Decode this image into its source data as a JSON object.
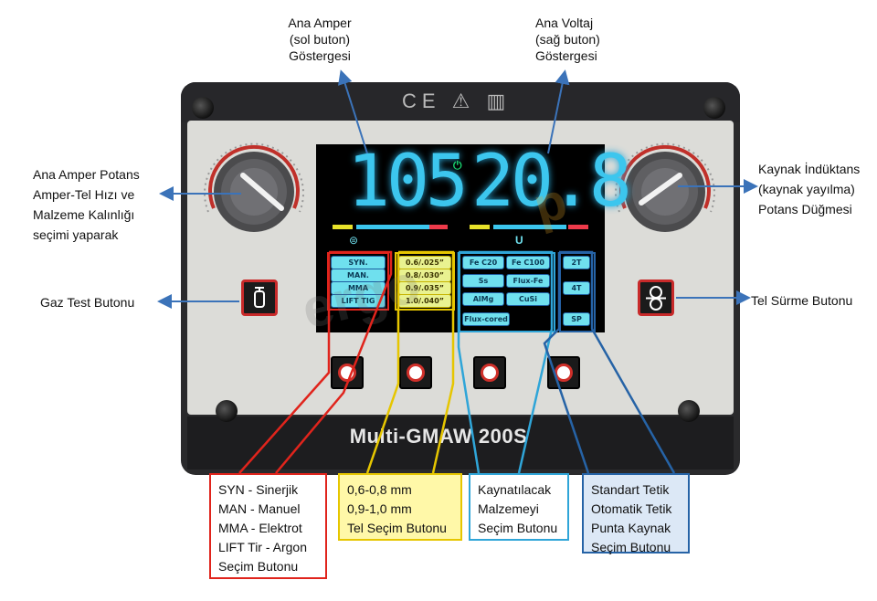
{
  "annotations": {
    "ana_amper": [
      "Ana Amper",
      "(sol buton)",
      "Göstergesi"
    ],
    "ana_voltaj": [
      "Ana Voltaj",
      "(sağ buton)",
      "Göstergesi"
    ],
    "amper_potans": [
      "Ana Amper Potans",
      "Amper-Tel Hızı ve",
      "Malzeme Kalınlığı",
      "seçimi yaparak"
    ],
    "induktans": [
      "Kaynak İndüktans",
      "(kaynak yayılma)",
      "Potans Düğmesi"
    ],
    "gaz_test": "Gaz Test Butonu",
    "tel_surme": "Tel Sürme Butonu"
  },
  "panel": {
    "cert_marks": "CE ⚠ ▥",
    "model": "Multi-GMAW 200S",
    "watermark": "ergo",
    "watermark2": "p"
  },
  "display": {
    "amper": "105",
    "voltaj": "20.8",
    "power_icon": "⏻",
    "mode_label": "U"
  },
  "menus": {
    "mode": [
      "SYN.",
      "MAN.",
      "MMA",
      "LIFT TIG"
    ],
    "wire": [
      "0.6/.025”",
      "0.8/.030”",
      "0.9/.035”",
      "1.0/.040”"
    ],
    "material": [
      [
        "Fe C20",
        "Fe C100"
      ],
      [
        "Ss",
        "Flux-Fe"
      ],
      [
        "AlMg",
        "CuSi"
      ],
      [
        "Flux-cored"
      ]
    ],
    "trigger": [
      "2T",
      "4T",
      "SP"
    ]
  },
  "callouts": {
    "red": [
      "SYN - Sinerjik",
      "MAN - Manuel",
      "MMA - Elektrot",
      "LIFT Tir - Argon",
      "Seçim Butonu"
    ],
    "yellow": [
      "0,6-0,8 mm",
      "0,9-1,0 mm",
      "Tel Seçim Butonu"
    ],
    "cyan": [
      "Kaynatılacak",
      "Malzemeyi",
      "Seçim Butonu"
    ],
    "blue": [
      "Standart Tetik",
      "Otomatik Tetik",
      "Punta Kaynak",
      "Seçim Butonu"
    ]
  },
  "colors": {
    "red": "#e0241c",
    "yellow": "#e6c600",
    "cyan": "#2fa5d8",
    "blue": "#2663a6",
    "arrow": "#3b73b9",
    "digits": "#3cc6ee"
  },
  "icons": {
    "gas_button": "gas-bottle-icon",
    "wire_button": "wire-feed-rollers-icon",
    "select_button": "cycle-arrows-icon",
    "power": "power-icon"
  }
}
